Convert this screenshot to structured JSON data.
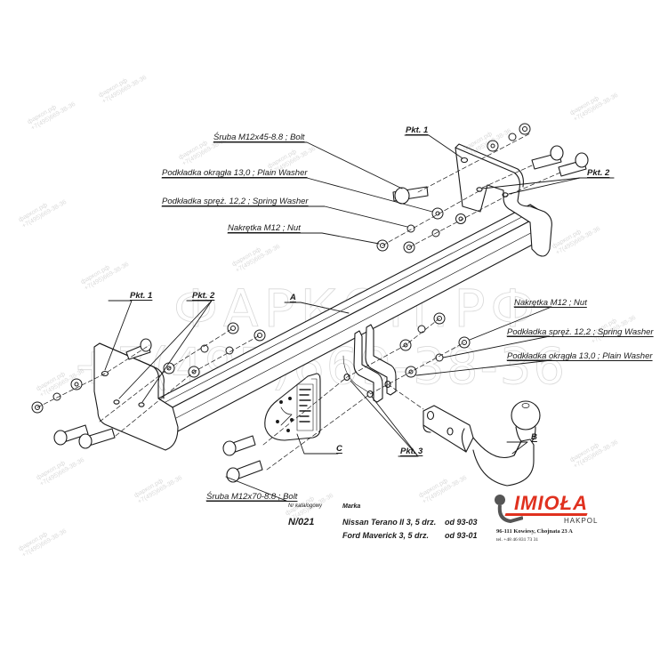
{
  "drawing": {
    "title": "Tow bar exploded assembly drawing",
    "parts": {
      "A": "A",
      "B": "B",
      "C": "C"
    },
    "points": {
      "pkt1_top": "Pkt. 1",
      "pkt2_top": "Pkt. 2",
      "pkt1_left": "Pkt. 1",
      "pkt2_left": "Pkt. 2",
      "pkt3": "Pkt. 3"
    },
    "callouts_top_left": [
      {
        "label": "Śruba M12x45-8.8 ;  Bolt"
      },
      {
        "label": "Podkładka okrągła 13,0 ;  Plain Washer"
      },
      {
        "label": "Podkładka spręż. 12,2 ; Spring Washer"
      },
      {
        "label": "Nakrętka  M12 ; Nut"
      }
    ],
    "callouts_right": [
      {
        "label": "Nakrętka  M12 ; Nut"
      },
      {
        "label": "Podkładka spręż. 12,2 ; Spring Washer"
      },
      {
        "label": "Podkładka okrągła 13,0 ;  Plain Washer"
      }
    ],
    "callout_bottom_left": {
      "label": "Śruba M12x70-8.8 ;  Bolt"
    }
  },
  "title_block": {
    "catalog_header": "Nr katalogowy",
    "catalog_number": "N/021",
    "brand_header": "Marka",
    "vehicles": [
      {
        "model": "Nissan Terano II 3, 5 drz.",
        "from": "od 93-03"
      },
      {
        "model": "Ford Maverick 3, 5 drz.",
        "from": "od 93-01"
      }
    ]
  },
  "brand": {
    "name": "IMIOŁA",
    "sub": "HAKPOL",
    "address": "96-111 Kowiesy, Chojnata 23 A",
    "phone": "tel. +48 46 831 73 31",
    "color": "#e0311f"
  },
  "watermark": {
    "site": "фаркоп.рф",
    "phone": "+7(495)669-38-36",
    "big_line1": "ФАРКОП.РФ",
    "big_line2": "+7(495)669-38-36"
  }
}
